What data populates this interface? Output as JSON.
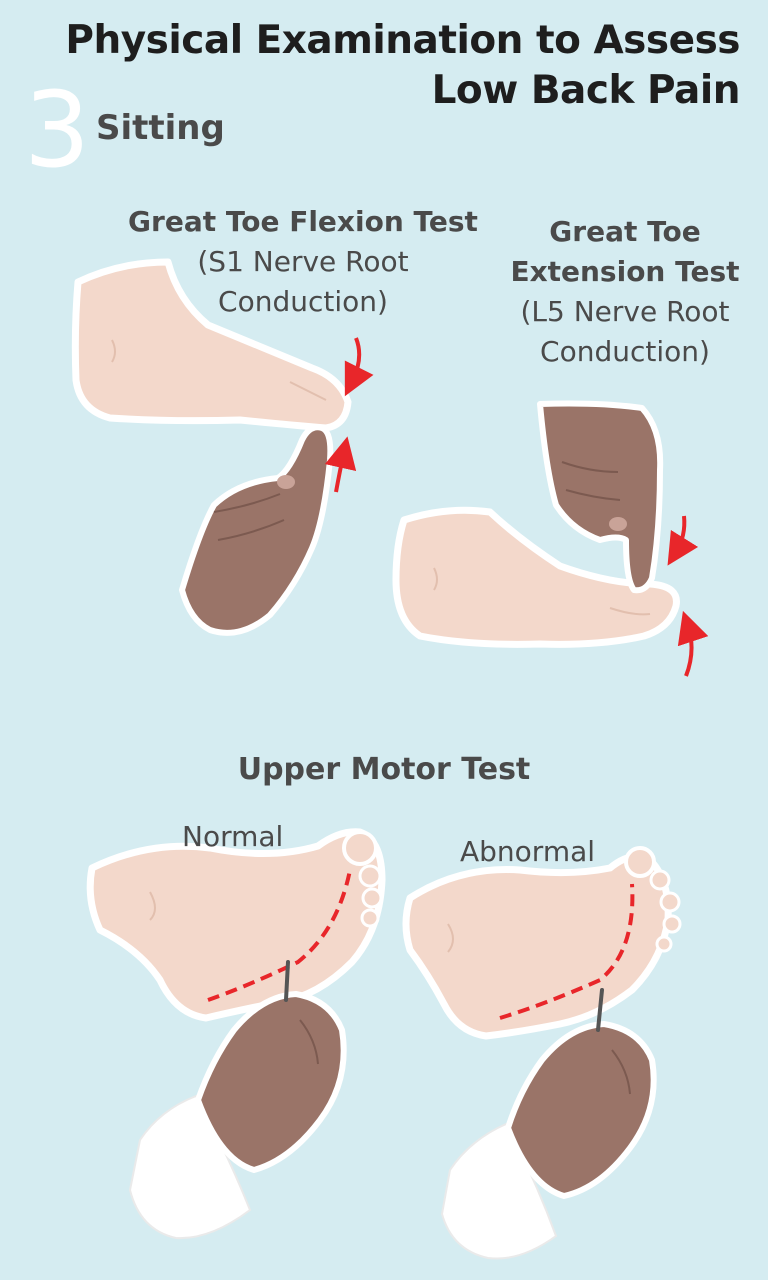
{
  "title": {
    "line1": "Physical Examination to Assess",
    "line2": "Low Back Pain"
  },
  "step": {
    "number": "3",
    "label": "Sitting"
  },
  "tests": {
    "flexion": {
      "name": "Great Toe Flexion Test",
      "detail_line1": "(S1 Nerve Root",
      "detail_line2": "Conduction)"
    },
    "extension": {
      "name_line1": "Great Toe",
      "name_line2": "Extension Test",
      "detail_line1": "(L5 Nerve Root",
      "detail_line2": "Conduction)"
    }
  },
  "upper_motor": {
    "heading": "Upper Motor Test",
    "normal_label": "Normal",
    "abnormal_label": "Abnormal"
  },
  "colors": {
    "background": "#d5ecf1",
    "skin_light": "#f4dbcf",
    "skin_dark": "#9a7468",
    "arrow_red": "#e8262a",
    "outline": "#ffffff"
  }
}
